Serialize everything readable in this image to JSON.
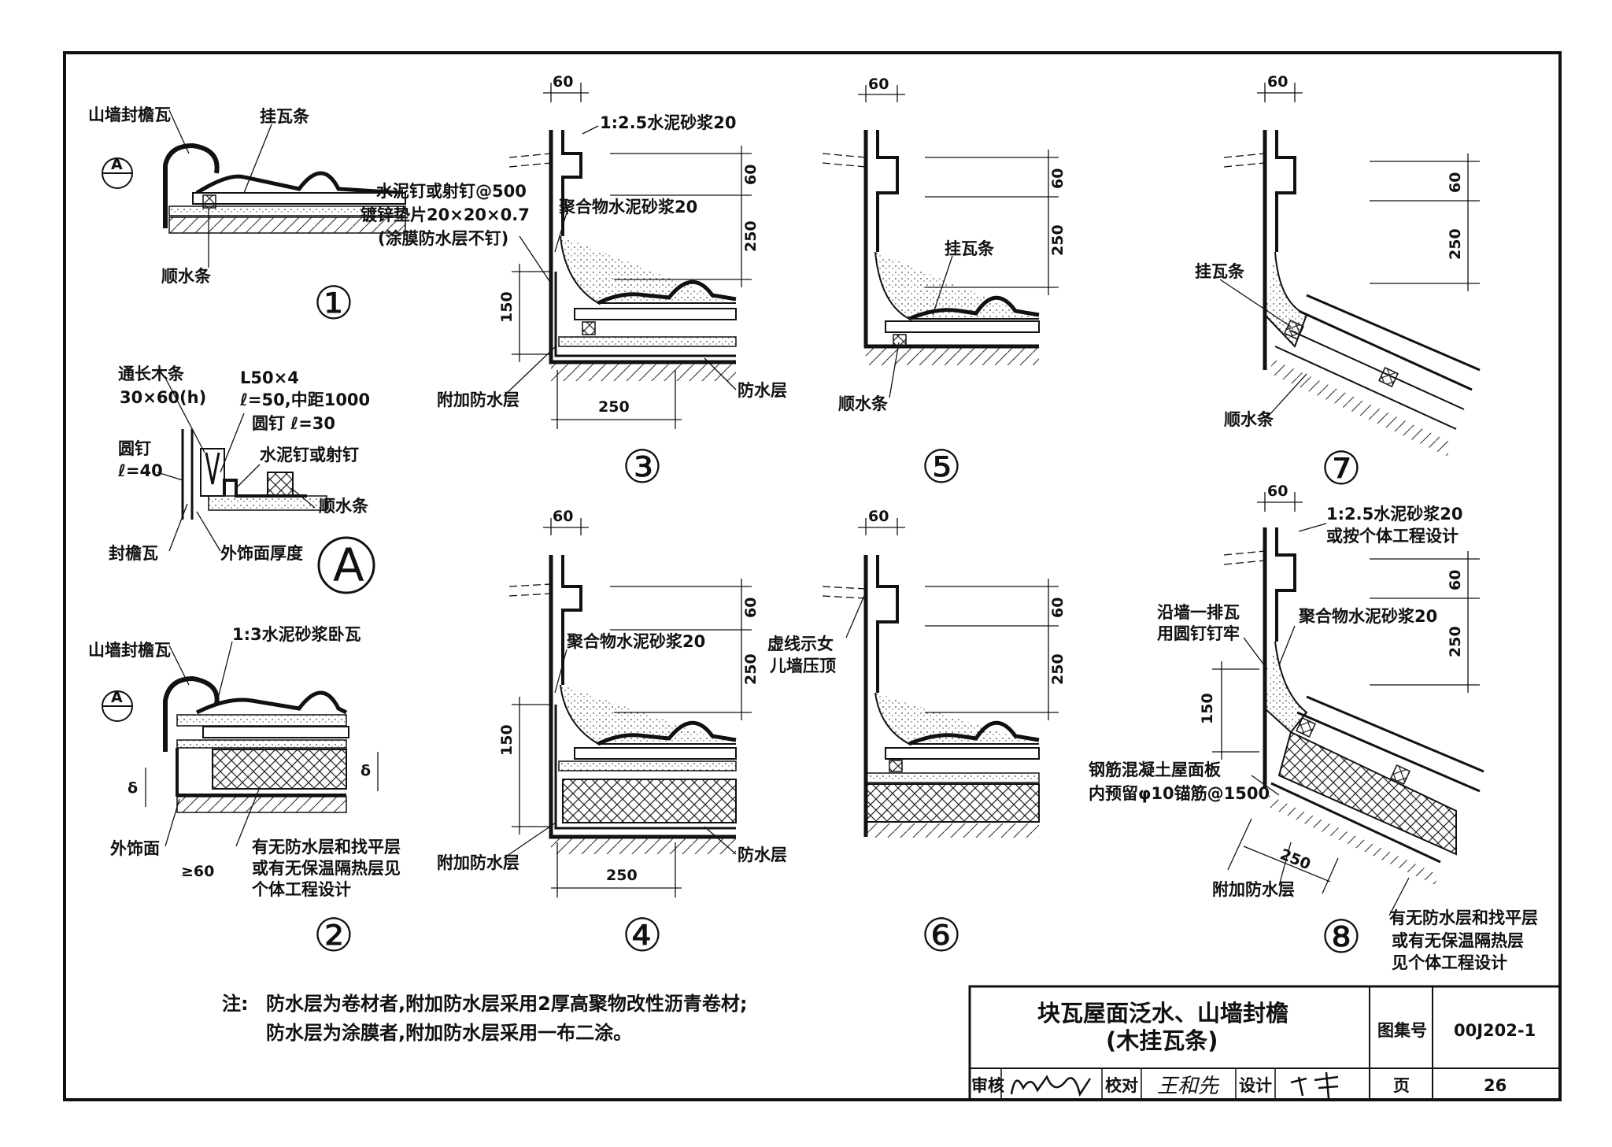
{
  "drawing": {
    "labels": {
      "shanqiang_fengyanwa": "山墙封檐瓦",
      "guawatiao": "挂瓦条",
      "shunshuitiao": "顺水条",
      "mortar_125": "1:2.5水泥砂浆20",
      "nail_spec_1": "水泥钉或射钉@500",
      "nail_spec_2": "镀锌垫片20×20×0.7",
      "nail_spec_3": "(涂膜防水层不钉)",
      "polymer_mortar": "聚合物水泥砂浆20",
      "fujia_fangshuiceng": "附加防水层",
      "fangshuiceng": "防水层",
      "tongchang_mutiao": "通长木条",
      "mutiao_size": "30×60(h)",
      "angle_spec": "L50×4",
      "angle_len": "ℓ=50,中距1000",
      "yuanding": "圆钉",
      "yuanding_30": "圆钉 ℓ=30",
      "yuanding_40": "ℓ=40",
      "nail_type": "水泥钉或射钉",
      "fengyanwa": "封檐瓦",
      "wai_shimian_houdu": "外饰面厚度",
      "mortar_13": "1:3水泥砂浆卧瓦",
      "wai_shimian": "外饰面",
      "note2_line1": "有无防水层和找平层",
      "note2_line2": "或有无保温隔热层见",
      "note2_line3": "个体工程设计",
      "dashed_1": "虚线示女",
      "dashed_2": "儿墙压顶",
      "mortar_or": "或按个体工程设计",
      "yanqiang_1": "沿墙一排瓦",
      "yanqiang_2": "用圆钉钉牢",
      "slab_1": "钢筋混凝土屋面板",
      "slab_2": "内预留φ10锚筋@1500",
      "note8_line1": "有无防水层和找平层",
      "note8_line2": "或有无保温隔热层",
      "note8_line3": "见个体工程设计"
    },
    "dims": {
      "d60": "60",
      "d250": "250",
      "d150": "150",
      "delta": "δ",
      "ge60": "≥60"
    },
    "detail_numbers": [
      "①",
      "②",
      "③",
      "④",
      "⑤",
      "⑥",
      "⑦",
      "⑧"
    ],
    "section_mark": "A",
    "section_mark_big": "A"
  },
  "notes": {
    "prefix": "注:",
    "line1": "防水层为卷材者,附加防水层采用2厚高聚物改性沥青卷材;",
    "line2": "防水层为涂膜者,附加防水层采用一布二涂。"
  },
  "title_block": {
    "title_line1": "块瓦屋面泛水、山墙封檐",
    "title_line2": "(木挂瓦条)",
    "atlas_label": "图集号",
    "atlas_no": "00J202-1",
    "review_label": "审核",
    "check_label": "校对",
    "check_sig": "王和先",
    "design_label": "设计",
    "page_label": "页",
    "page_no": "26"
  }
}
